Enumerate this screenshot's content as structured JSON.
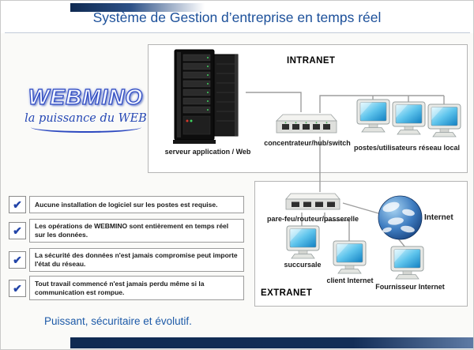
{
  "header": {
    "title": "Système de Gestion d’entreprise en temps réel"
  },
  "logo": {
    "name": "WEBMINO",
    "tagline": "la puissance du WEB"
  },
  "intranet": {
    "label": "INTRANET",
    "server_label": "serveur application / Web",
    "hub_label": "concentrateur/hub/switch",
    "workstations_label": "postes/utilisateurs réseau local"
  },
  "extranet": {
    "label": "EXTRANET",
    "router_label": "pare-feu/routeur/passerelle",
    "internet_label": "Internet",
    "branch_label": "succursale",
    "client_label": "client Internet",
    "provider_label": "Fournisseur Internet"
  },
  "features": [
    {
      "text": "Aucune installation de logiciel sur les postes est requise."
    },
    {
      "text": "Les opérations de WEBMINO sont entièrement en temps réel sur les données."
    },
    {
      "text": "La sécurité des données n'est jamais compromise peut importe l'état du réseau."
    },
    {
      "text": "Tout travail commencé n'est jamais perdu même si la communication est rompue."
    }
  ],
  "footer": {
    "tagline": "Puissant, sécuritaire et évolutif."
  },
  "icons": {
    "checkmark": "✔"
  },
  "colors": {
    "accent_blue": "#1c509a",
    "navy": "#0f2a52",
    "check_blue": "#2244a8"
  }
}
